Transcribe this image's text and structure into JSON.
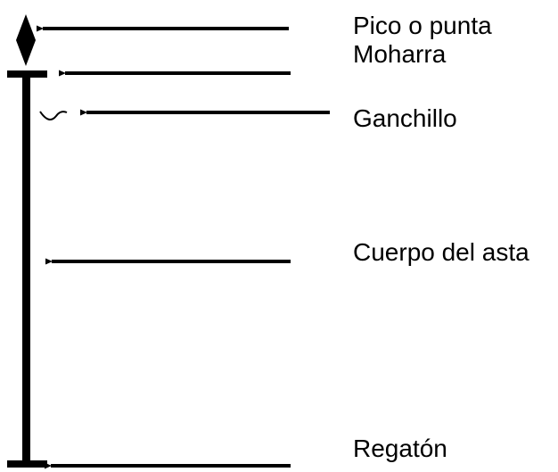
{
  "diagram": {
    "labels": {
      "pico": "Pico o punta",
      "moharra": "Moharra",
      "ganchillo": "Ganchillo",
      "cuerpo": "Cuerpo del asta",
      "regaton": "Regatón"
    },
    "colors": {
      "stroke": "#000000",
      "background": "#ffffff"
    }
  }
}
